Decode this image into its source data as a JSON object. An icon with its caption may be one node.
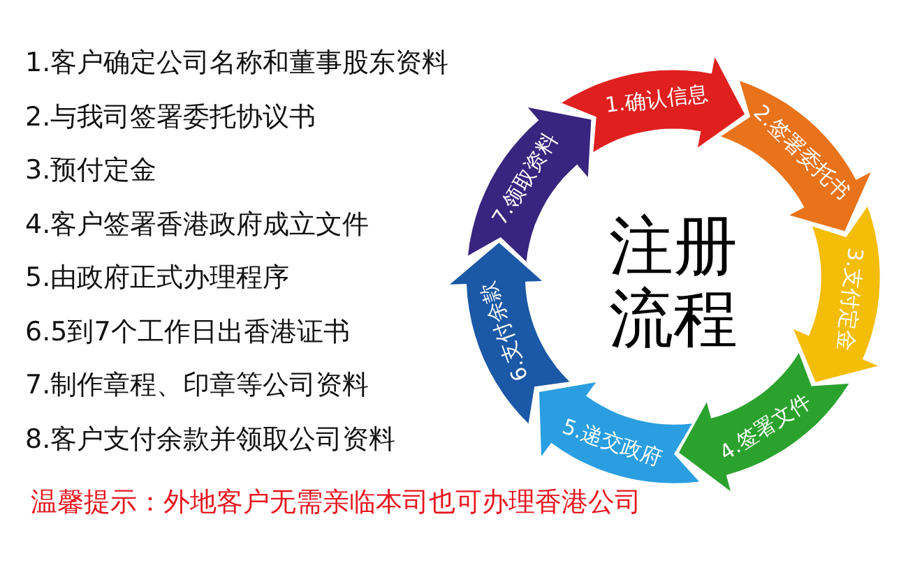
{
  "diagram": {
    "title": "注册流程",
    "nodes": [
      {
        "text": [
          "1.确认信息"
        ]
      },
      {
        "text": [
          "2.签署委托书"
        ]
      },
      {
        "text": [
          "3.支付定金"
        ]
      },
      {
        "text": [
          "4.签署文件"
        ]
      },
      {
        "text": [
          "5.递交政府"
        ]
      },
      {
        "text": [
          "6.支付余款"
        ]
      },
      {
        "text": [
          "7.领取资料"
        ]
      }
    ],
    "labels": [
      "1.客户确定公司名称和董事股东资料",
      "2.与我司签署委托协议书",
      "3.预付定金",
      "4.客户签署香港政府成立文件",
      "5.由政府正式办理程序",
      "6.5到7个工作日出香港证书",
      "7.制作章程、印章等公司资料",
      "8.客户支付余款并领取公司资料",
      "温馨提示：外地客户无需亲临本司也可办理香港公司"
    ]
  }
}
